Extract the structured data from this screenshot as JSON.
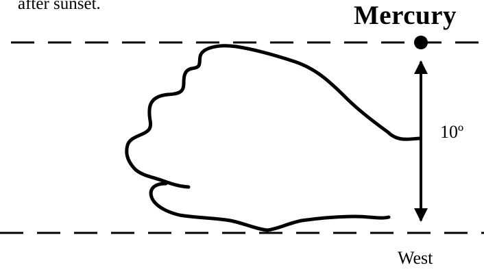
{
  "caption_fragment": "after sunset.",
  "planet": {
    "label": "Mercury"
  },
  "measurement": {
    "angle_label": "10º"
  },
  "direction": {
    "label": "West"
  },
  "colors": {
    "ink": "#000000",
    "background": "#ffffff"
  },
  "icons": {
    "planet_marker": "filled-circle",
    "hand": "fist-outline",
    "measure": "double-headed-arrow"
  }
}
